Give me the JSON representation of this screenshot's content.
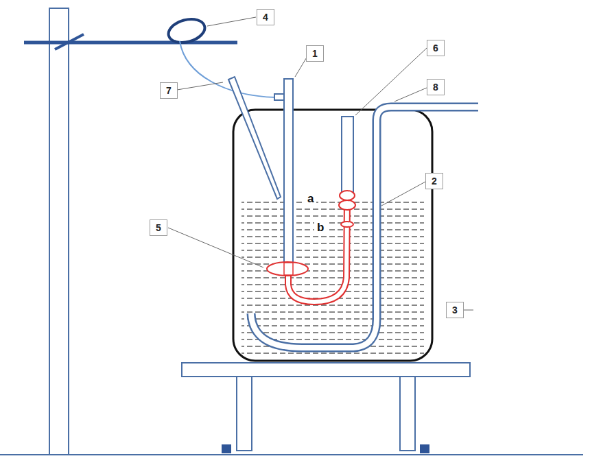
{
  "diagram": {
    "nodes": [
      {
        "text": [
          "4"
        ]
      },
      {
        "text": [
          "6"
        ]
      },
      {
        "text": [
          "1"
        ]
      },
      {
        "text": [
          "7"
        ]
      },
      {
        "text": [
          "8"
        ]
      },
      {
        "text": [
          "2"
        ]
      },
      {
        "text": [
          "5"
        ]
      },
      {
        "text": [
          "3"
        ]
      }
    ],
    "labels": [
      "a",
      "b"
    ]
  }
}
